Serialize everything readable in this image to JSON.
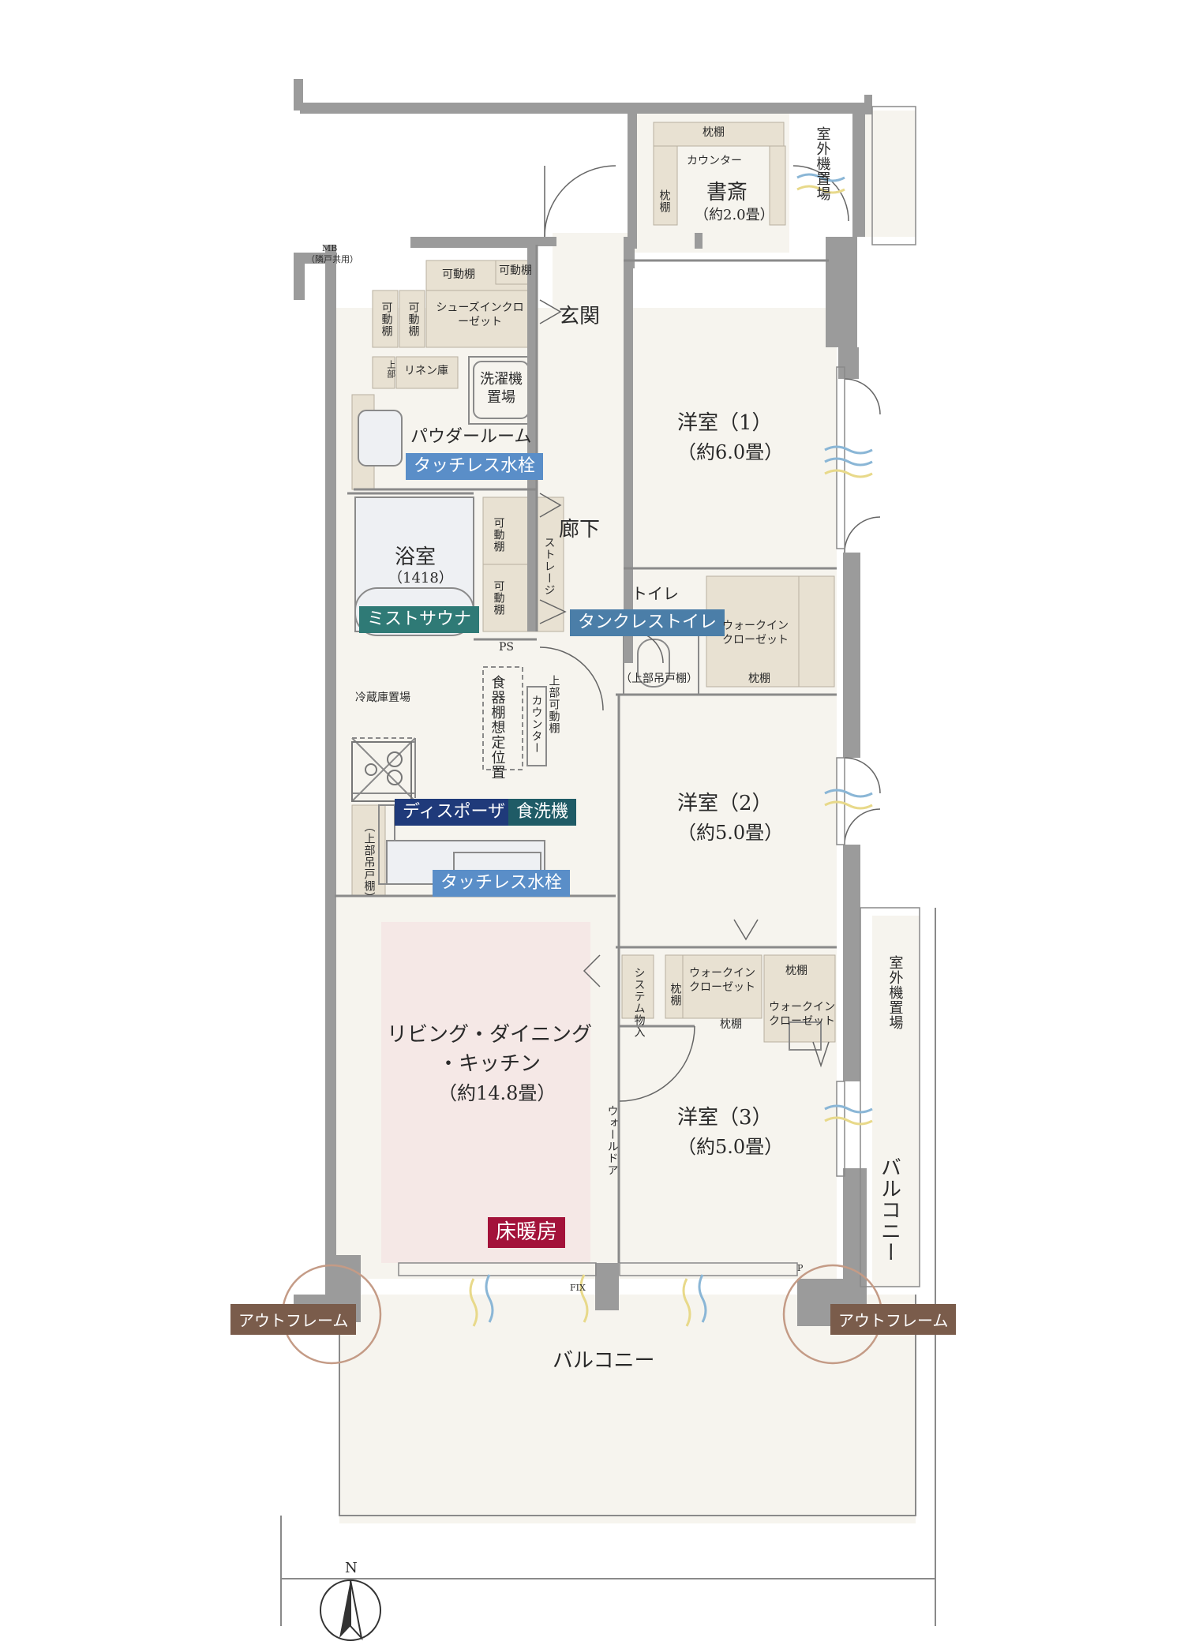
{
  "rooms": {
    "study": {
      "name": "書斎",
      "area": "（約2.0畳）"
    },
    "western1": {
      "name": "洋室（1）",
      "area": "（約6.0畳）"
    },
    "western2": {
      "name": "洋室（2）",
      "area": "（約5.0畳）"
    },
    "western3": {
      "name": "洋室（3）",
      "area": "（約5.0畳）"
    },
    "ldk": {
      "line1": "リビング・ダイニング",
      "line2": "・キッチン",
      "area": "（約14.8畳）"
    },
    "bath": {
      "name": "浴室",
      "size": "（1418）"
    },
    "powder": {
      "name": "パウダールーム"
    },
    "toilet": {
      "name": "トイレ"
    },
    "entrance": {
      "name": "玄関"
    },
    "hallway": {
      "name": "廊下"
    },
    "balcony_main": {
      "name": "バルコニー"
    },
    "balcony_side": {
      "name": "バルコニー"
    }
  },
  "storage": {
    "pillow_shelf": "枕棚",
    "counter": "カウンター",
    "movable_shelf": "可動棚",
    "shoes_in_closet": "シューズインクローゼット",
    "linen": "リネン庫",
    "upper": "上部",
    "laundry": "洗濯機置場",
    "storage": "ストレージ",
    "walk_in_closet": "ウォークインクローゼット",
    "upper_hanging": "（上部吊戸棚）",
    "fridge": "冷蔵庫置場",
    "cupboard": "食器棚想定位置",
    "upper_movable": "上部可動棚",
    "system_storage": "システム物入",
    "wall_door": "ウォールドア",
    "outdoor_unit": "室外機置場",
    "ps": "PS",
    "mb": "MB",
    "mb_note": "（隣戸共用）",
    "fix": "FIX",
    "p": "P"
  },
  "features": {
    "touchless_faucet": "タッチレス水栓",
    "mist_sauna": "ミストサウナ",
    "tankless_toilet": "タンクレストイレ",
    "disposer": "ディスポーザ",
    "dishwasher": "食洗機",
    "floor_heating": "床暖房",
    "out_frame": "アウトフレーム"
  },
  "compass": {
    "north": "N"
  },
  "colors": {
    "wall": "#9b9b9b",
    "floor": "#f6f4ee",
    "storage": "#e8e1d2",
    "ldk_heating": "#f5e8e6",
    "badge_light_blue": "#5a8ec8",
    "badge_teal": "#2f7a76",
    "badge_steel": "#4b7ea8",
    "badge_navy": "#1f3a7a",
    "badge_dark_teal": "#1f5b66",
    "badge_crimson": "#a3123a",
    "badge_brown": "#7a5c4b"
  }
}
